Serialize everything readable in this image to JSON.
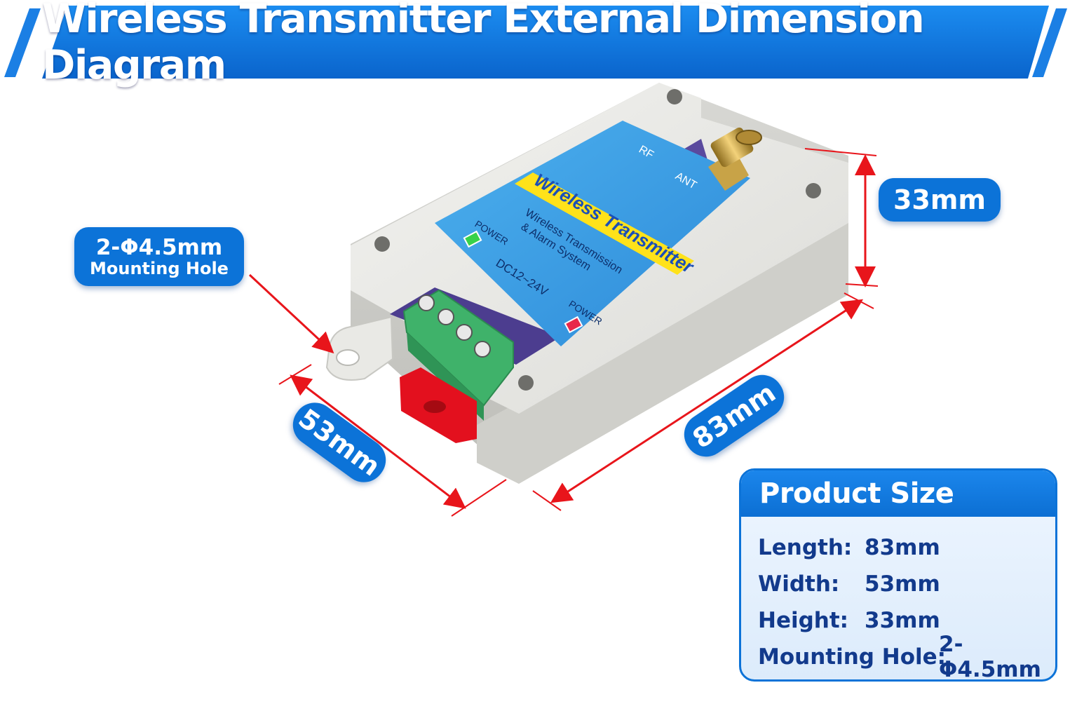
{
  "header": {
    "title": "Wireless Transmitter External Dimension Diagram"
  },
  "device": {
    "label_title": "Wireless Transmitter",
    "label_subtitle_1": "Wireless Transmission",
    "label_subtitle_2": "& Alarm System",
    "power_led_label_1": "POWER",
    "power_led_label_2": "POWER",
    "voltage": "DC12~24V",
    "rf": "RF",
    "ant": "ANT"
  },
  "callouts": {
    "mounting_hole_value": "2-Φ4.5mm",
    "mounting_hole_label": "Mounting Hole",
    "height": "33mm",
    "width": "53mm",
    "length": "83mm"
  },
  "product_size": {
    "title": "Product Size",
    "rows": [
      {
        "key": "Length:",
        "value": "83mm"
      },
      {
        "key": "Width:",
        "value": "53mm"
      },
      {
        "key": "Height:",
        "value": "33mm"
      },
      {
        "key": "Mounting Hole:",
        "value": "2-Φ4.5mm"
      }
    ]
  },
  "colors": {
    "banner_blue": "#0c73d8",
    "label_blue": "#3a9be3",
    "label_yellow": "#ffe21a",
    "terminal_green": "#3fb26a",
    "dimension_red": "#e8151b",
    "enclosure_gray": "#e6e6e2"
  }
}
